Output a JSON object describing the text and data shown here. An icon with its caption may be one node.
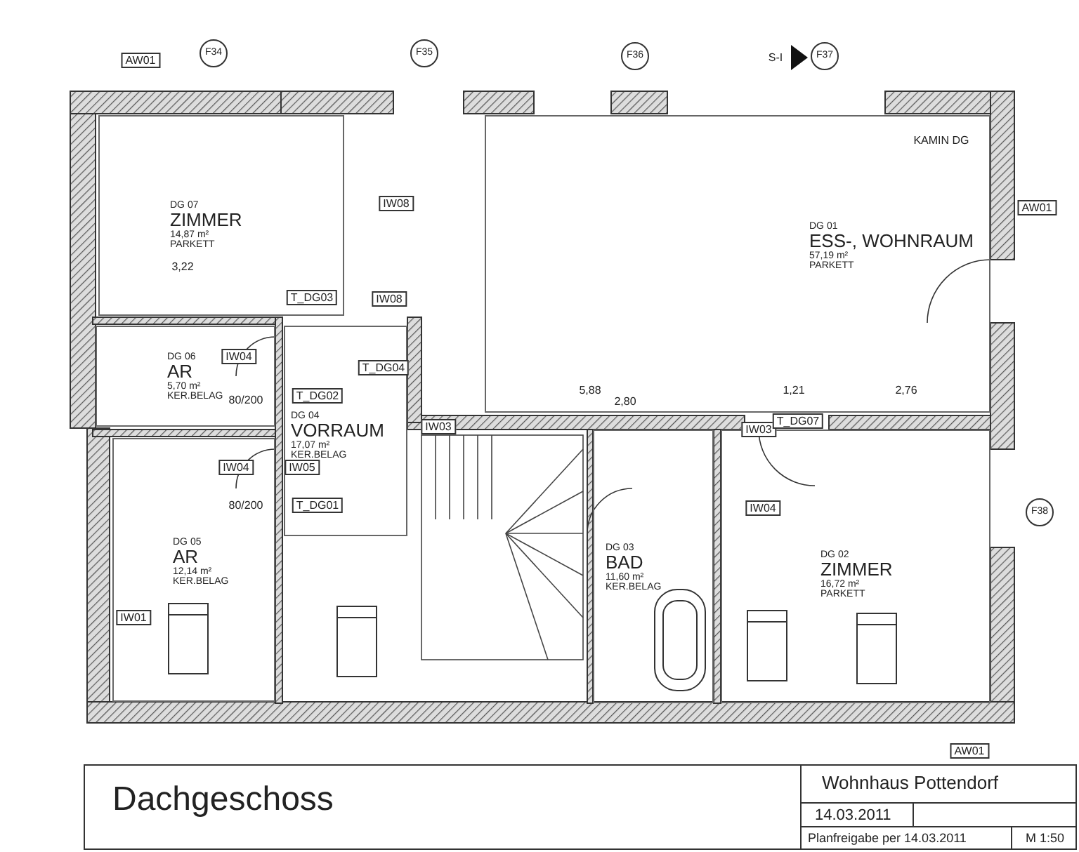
{
  "diagram": {
    "nodes": [
      {
        "text": [
          "DG 07",
          "ZIMMER",
          "14,87 m²",
          "PARKETT"
        ]
      },
      {
        "text": [
          "DG 01",
          "ESS-, WOHNRAUM",
          "57,19 m²",
          "PARKETT"
        ]
      },
      {
        "text": [
          "DG 06",
          "AR",
          "5,70 m²",
          "KER.BELAG"
        ]
      },
      {
        "text": [
          "DG 04",
          "VORRAUM",
          "17,07 m²",
          "KER.BELAG"
        ]
      },
      {
        "text": [
          "DG 05",
          "AR",
          "12,14 m²",
          "KER.BELAG"
        ]
      },
      {
        "text": [
          "DG 03",
          "BAD",
          "11,60 m²",
          "KER.BELAG"
        ]
      },
      {
        "text": [
          "DG 02",
          "ZIMMER",
          "16,72 m²",
          "PARKETT"
        ]
      }
    ],
    "labels": [
      "F34",
      "F35",
      "F36",
      "S-I",
      "F37",
      "AW01",
      "AW01",
      "IW08",
      "T_DG03",
      "IW08",
      "IW04",
      "T_DG02",
      "T_DG04",
      "IW04",
      "IW05",
      "T_DG01",
      "IW03",
      "IW03",
      "T_DG07",
      "IW04",
      "IW01",
      "KAMIN DG",
      "5,88",
      "1,21",
      "2,76",
      "2,80",
      "3,22",
      "80/200",
      "80/200",
      "F38",
      "AW01",
      "Dachgeschoss",
      "Wohnhaus Pottendorf",
      "14.03.2011",
      "Planfreigabe per 14.03.2011",
      "M 1:50"
    ]
  }
}
